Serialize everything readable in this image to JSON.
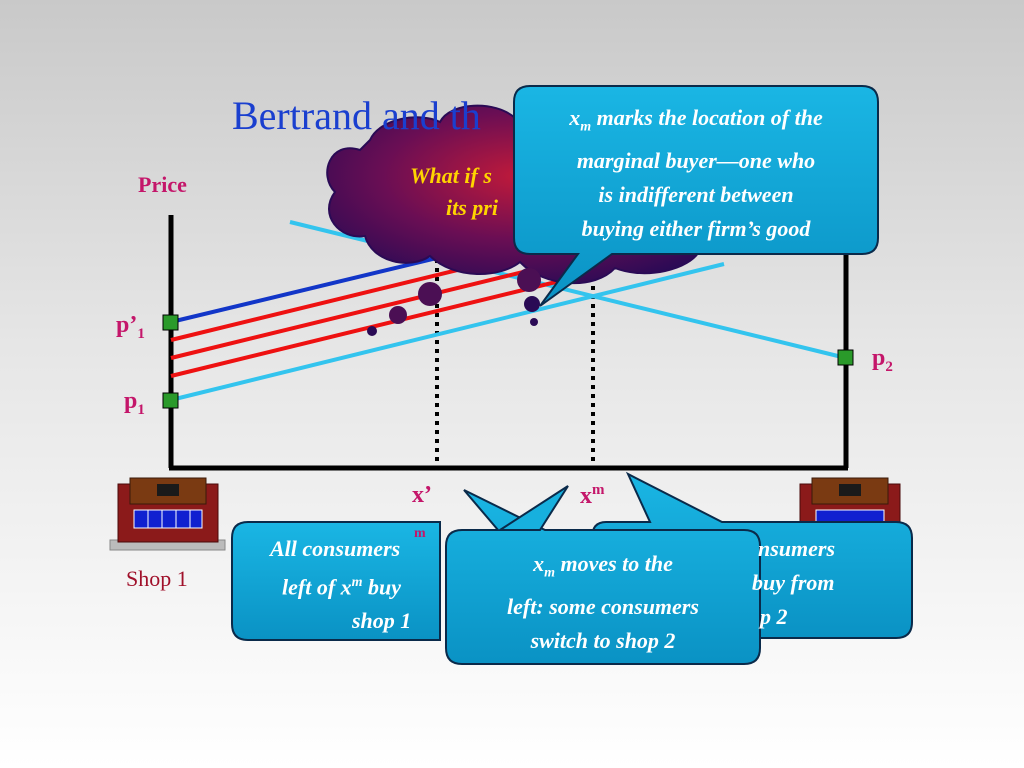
{
  "slide": {
    "title": "Bertrand and th",
    "axis_label_price": "Price",
    "p_prime_1": "p’",
    "p_prime_1_sub": "1",
    "p_1": "p",
    "p_1_sub": "1",
    "p_2": "p",
    "p_2_sub": "2",
    "x_prime": "x’",
    "x_prime_fragment": "m",
    "x_m": "x",
    "x_m_sup": "m",
    "shop1_label": "Shop 1"
  },
  "cloud": {
    "line1": "What if s",
    "line2": "its pri"
  },
  "callout_top": {
    "x": "x",
    "x_sub": "m",
    "line1_rest": " marks the location of the",
    "line2": "marginal buyer—one who",
    "line3": "is indifferent between",
    "line4": "buying either firm’s good"
  },
  "callout_left": {
    "line1": "All consumers",
    "line2_pre": "left of x",
    "line2_sup": "m",
    "line2_post": " buy ",
    "line3": "shop 1"
  },
  "callout_right": {
    "line1": "nsumers",
    "line2": " buy from",
    "line3": "p 2"
  },
  "callout_middle": {
    "x": "x",
    "x_sub": "m",
    "line1_rest": " moves to the",
    "line2": "left: some consumers",
    "line3": "switch to shop 2"
  },
  "colors": {
    "title": "#1a3fcf",
    "labels": "#c4166a",
    "callout_fill": "#14a7d6",
    "cloud_fill": "#5a0d5c",
    "cloud_text": "#ffd400",
    "line_light_blue": "#33c4ee",
    "line_dark_blue": "#1236c8",
    "line_red": "#ee1111",
    "marker_green": "#2a9a2a"
  }
}
